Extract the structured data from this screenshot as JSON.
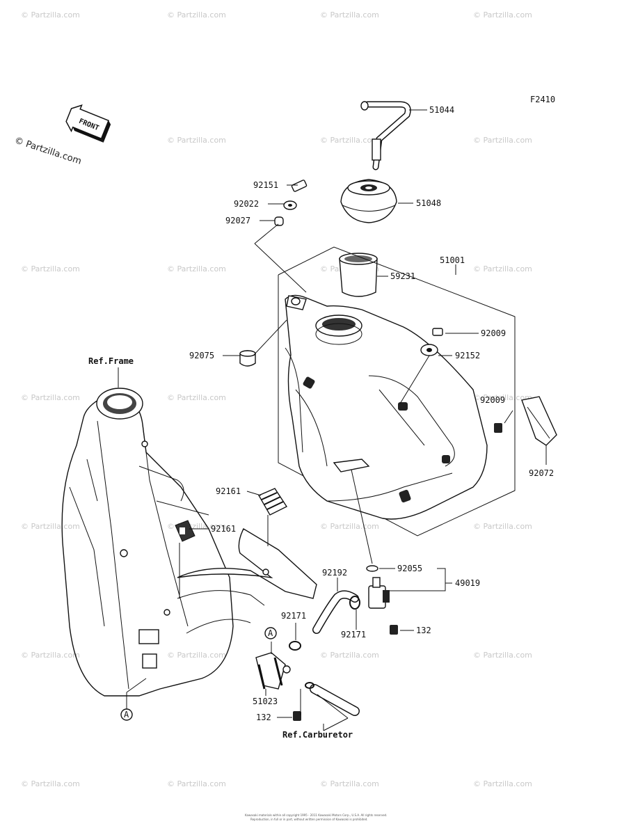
{
  "diagram_code": "F2410",
  "front_label": "FRONT",
  "watermark_main": "© Partzilla.com",
  "watermark_tile": "© Partzilla.com",
  "references": {
    "frame": "Ref.Frame",
    "carburetor": "Ref.Carburetor",
    "marker_a": "A"
  },
  "parts": [
    {
      "id": "51044"
    },
    {
      "id": "92151"
    },
    {
      "id": "92022"
    },
    {
      "id": "51048"
    },
    {
      "id": "92027"
    },
    {
      "id": "51001"
    },
    {
      "id": "59231"
    },
    {
      "id": "92009"
    },
    {
      "id": "92075"
    },
    {
      "id": "92152"
    },
    {
      "id": "92009"
    },
    {
      "id": "92072"
    },
    {
      "id": "92161"
    },
    {
      "id": "92161"
    },
    {
      "id": "92192"
    },
    {
      "id": "92055"
    },
    {
      "id": "49019"
    },
    {
      "id": "92171"
    },
    {
      "id": "92171"
    },
    {
      "id": "132"
    },
    {
      "id": "51023"
    },
    {
      "id": "132"
    }
  ],
  "copyright_line1": "Kawasaki materials within all copyright 1995 - 2011 Kawasaki Motors Corp., U.S.A. All rights reserved.",
  "copyright_line2": "Reproduction, in full or in part, without written permission of Kawasaki is prohibited."
}
